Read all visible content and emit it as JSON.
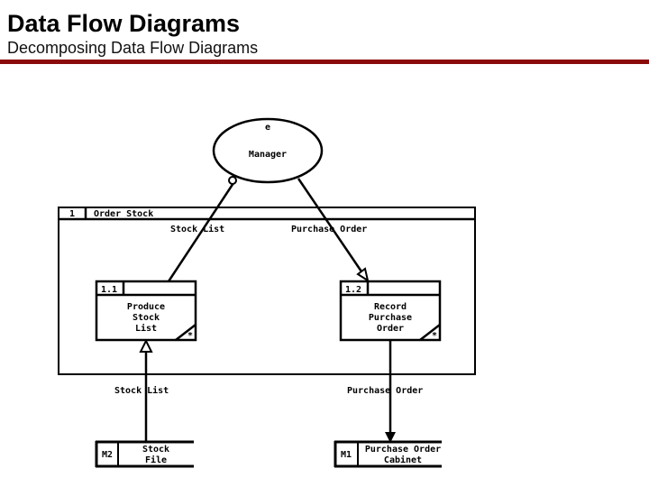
{
  "slide": {
    "title": "Data Flow Diagrams",
    "subtitle": "Decomposing Data Flow Diagrams",
    "rule_color": "#8B0B0B"
  },
  "diagram": {
    "external_entity": {
      "id": "e",
      "name": "Manager"
    },
    "parent_process": {
      "number": "1",
      "name": "Order Stock"
    },
    "flows": {
      "stock_list_upper": "Stock List",
      "purchase_order_upper": "Purchase Order",
      "stock_list_lower": "Stock List",
      "purchase_order_lower": "Purchase Order"
    },
    "processes": [
      {
        "number": "1.1",
        "name_lines": [
          "Produce",
          "Stock",
          "List"
        ],
        "corner_mark": "*"
      },
      {
        "number": "1.2",
        "name_lines": [
          "Record",
          "Purchase",
          "Order"
        ],
        "corner_mark": "*"
      }
    ],
    "data_stores": [
      {
        "id": "M2",
        "name_lines": [
          "Stock",
          "File"
        ]
      },
      {
        "id": "M1",
        "name_lines": [
          "Purchase Order",
          "Cabinet"
        ]
      }
    ]
  }
}
